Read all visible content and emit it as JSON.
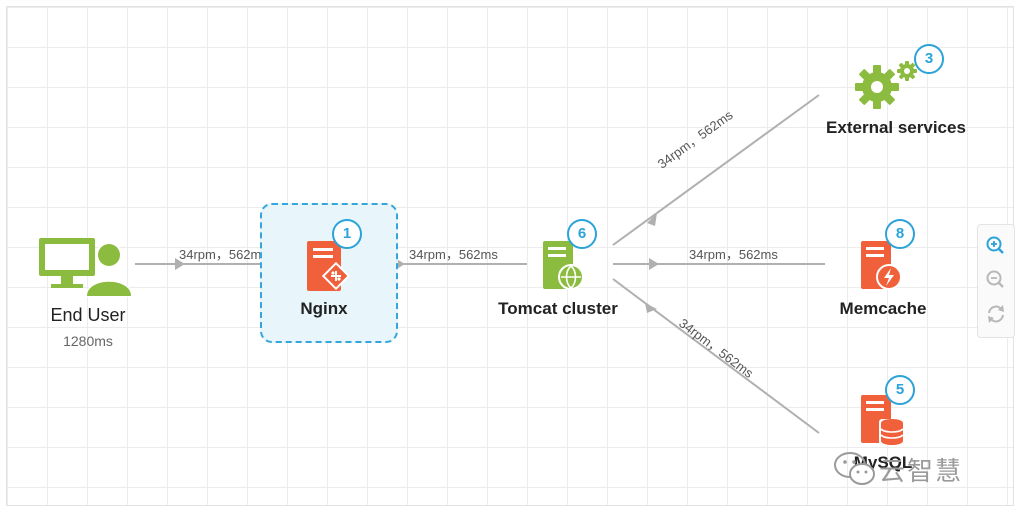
{
  "nodes": {
    "end_user": {
      "label": "End User",
      "sub": "1280ms"
    },
    "nginx": {
      "label": "Nginx",
      "badge": "1"
    },
    "tomcat": {
      "label": "Tomcat cluster",
      "badge": "6"
    },
    "external": {
      "label": "External services",
      "badge": "3"
    },
    "memcache": {
      "label": "Memcache",
      "badge": "8"
    },
    "mysql": {
      "label": "MySQL",
      "badge": "5"
    }
  },
  "edges": {
    "user_to_nginx": "34rpm，562ms",
    "nginx_to_tomcat": "34rpm，562ms",
    "tomcat_to_external": "34rpm，562ms",
    "tomcat_to_memcache": "34rpm，562ms",
    "tomcat_to_mysql": "34rpm，562ms"
  },
  "watermark": {
    "text": "云智慧"
  },
  "colors": {
    "green": "#8cbc3f",
    "orange": "#f0603b",
    "badge": "#2ba3d9",
    "edge": "#b0b0b0",
    "select": "#35a6db"
  },
  "icons": {
    "zoom_in": "zoom-in-icon",
    "zoom_out": "zoom-out-icon",
    "reset": "refresh-icon"
  }
}
